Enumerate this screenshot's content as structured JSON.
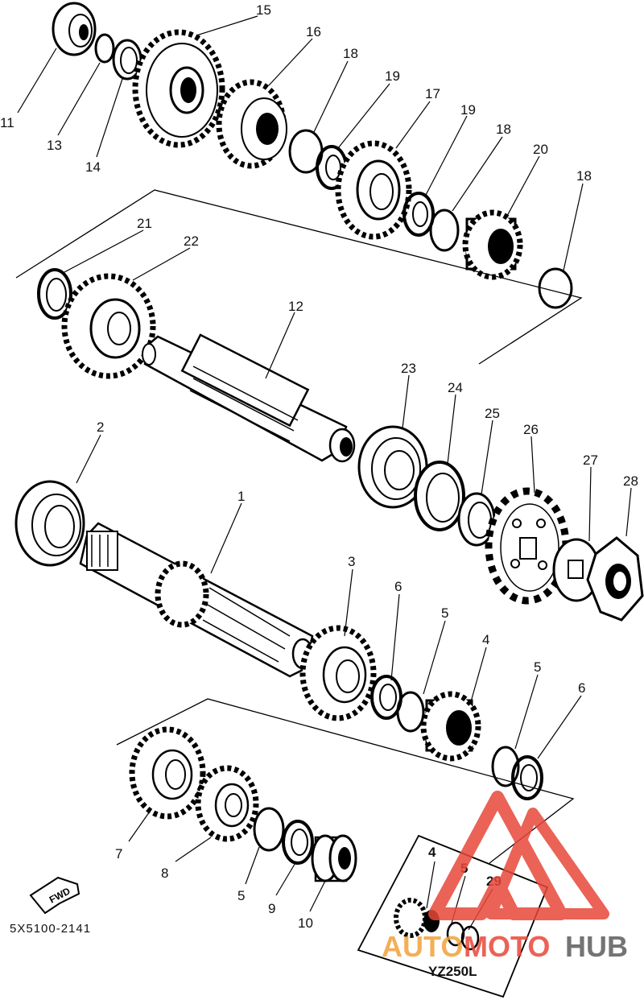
{
  "part_labels": {
    "l1": "1",
    "l2": "2",
    "l3": "3",
    "l4": "4",
    "l5a": "5",
    "l6a": "6",
    "l5b": "5",
    "l6b": "6",
    "l7": "7",
    "l8": "8",
    "l5c": "5",
    "l9": "9",
    "l10": "10",
    "l11": "11",
    "l12": "12",
    "l13": "13",
    "l14": "14",
    "l15": "15",
    "l16": "16",
    "l17": "17",
    "l18a": "18",
    "l18b": "18",
    "l18c": "18",
    "l19a": "19",
    "l19b": "19",
    "l20": "20",
    "l21": "21",
    "l22": "22",
    "l23": "23",
    "l24": "24",
    "l25": "25",
    "l26": "26",
    "l27": "27",
    "l28": "28"
  },
  "inset": {
    "label_4": "4",
    "label_5": "5",
    "label_29": "29",
    "model": "YZ250L"
  },
  "fwd_label": "FWD",
  "diagram_code": "5X5100-2141",
  "watermark": {
    "auto": "AUTO",
    "moto": "MOTO",
    "hub": "HUB",
    "color_red": "#e8473a",
    "color_orange": "#f2a23a",
    "color_gray": "#5c5c5c"
  }
}
